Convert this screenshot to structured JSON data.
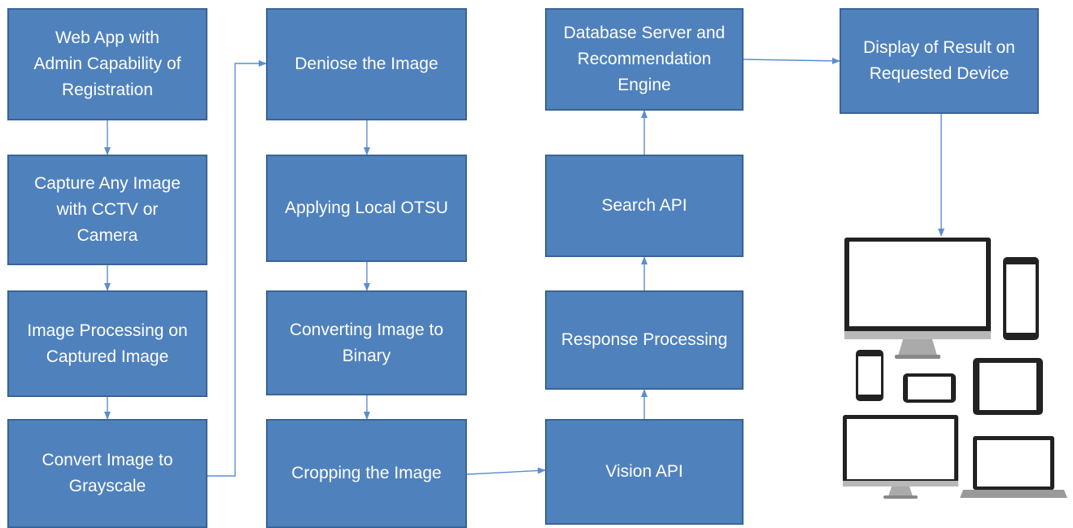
{
  "colors": {
    "box_fill": "#4f81bd",
    "box_border": "#3a6594",
    "box_text": "#ffffff",
    "connector": "#5b8ed0"
  },
  "steps": {
    "webapp": "Web App with\nAdmin Capability of\nRegistration",
    "capture": "Capture Any Image\nwith CCTV or\nCamera",
    "processing": "Image Processing on\nCaptured Image",
    "grayscale": "Convert Image to\nGrayscale",
    "denoise": "Deniose the Image",
    "otsu": "Applying Local OTSU",
    "binary": "Converting Image to\nBinary",
    "crop": "Cropping the Image",
    "vision": "Vision API",
    "response": "Response Processing",
    "search": "Search API",
    "database": "Database Server and\nRecommendation\nEngine",
    "display": "Display of Result on\nRequested Device"
  },
  "devices": {
    "icons": [
      "desktop-monitor-icon",
      "tablet-icon",
      "phone-icon",
      "phone-landscape-icon",
      "tablet-landscape-icon",
      "monitor-icon",
      "laptop-icon"
    ]
  }
}
